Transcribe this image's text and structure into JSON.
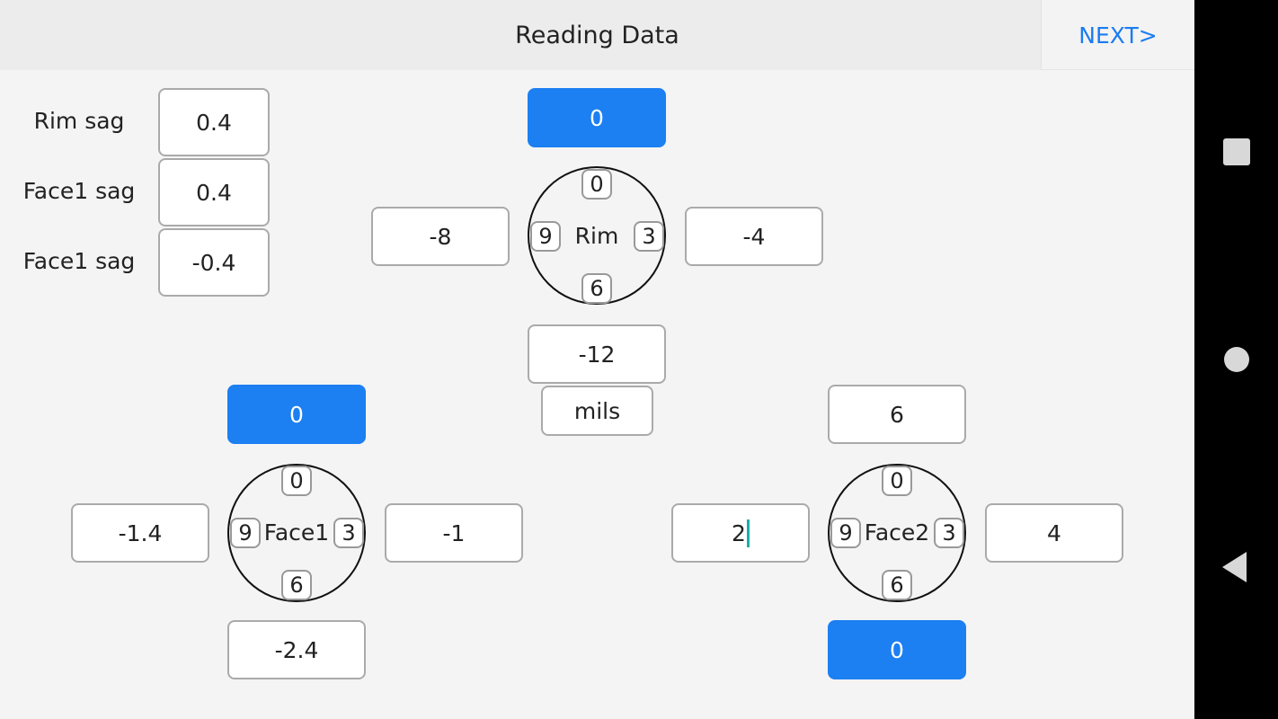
{
  "header": {
    "title": "Reading Data",
    "next_label": "NEXT>"
  },
  "sag": [
    {
      "label": "Rim sag",
      "value": "0.4"
    },
    {
      "label": "Face1 sag",
      "value": "0.4"
    },
    {
      "label": "Face1 sag",
      "value": "-0.4"
    }
  ],
  "positions": {
    "top": "0",
    "left": "9",
    "right": "3",
    "bottom": "6"
  },
  "rim": {
    "label": "Rim",
    "top": "0",
    "left": "-8",
    "right": "-4",
    "bottom": "-12",
    "unit": "mils"
  },
  "face1": {
    "label": "Face1",
    "top": "0",
    "left": "-1.4",
    "right": "-1",
    "bottom": "-2.4"
  },
  "face2": {
    "label": "Face2",
    "top": "6",
    "left": "2",
    "right": "4",
    "bottom": "0"
  },
  "colors": {
    "accent": "#1c7ff2",
    "link": "#1a7cf0",
    "caret": "#1ab0a6"
  },
  "navbar": {
    "icons": [
      "recents-square-icon",
      "home-circle-icon",
      "back-triangle-icon"
    ]
  }
}
